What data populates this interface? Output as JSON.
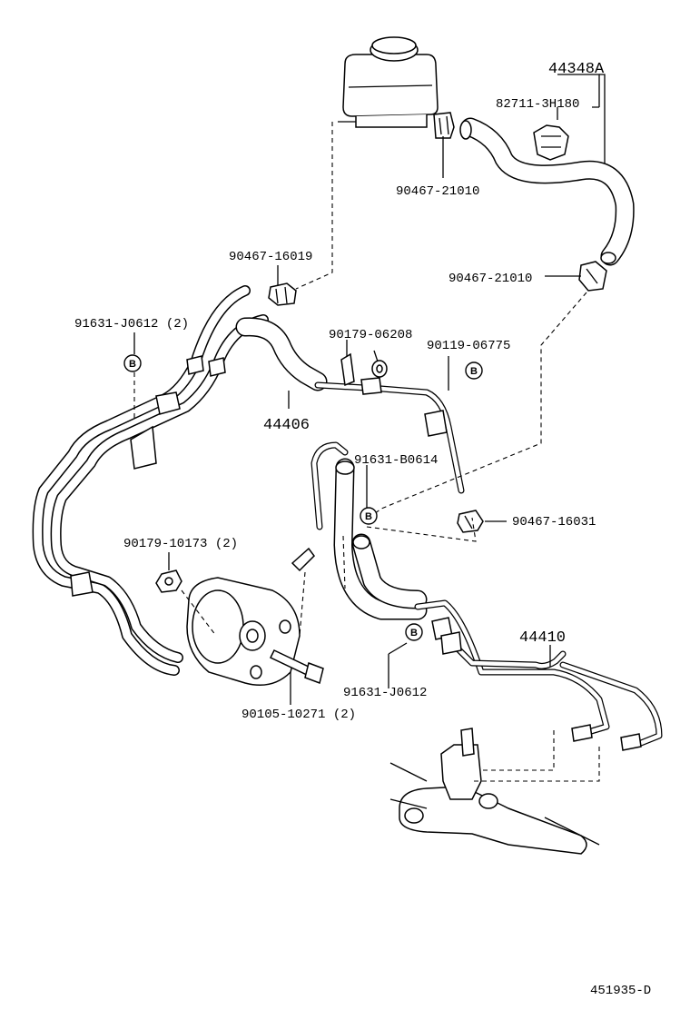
{
  "labels": {
    "l_44348A": "44348A",
    "l_82711": "82711-3H180",
    "l_90467_21010_top": "90467-21010",
    "l_90467_16019": "90467-16019",
    "l_90467_21010_mid": "90467-21010",
    "l_91631_J0612_2": "91631-J0612 (2)",
    "l_90179_06208": "90179-06208",
    "l_90119_06775": "90119-06775",
    "l_44406": "44406",
    "l_91631_B0614": "91631-B0614",
    "l_90467_16031": "90467-16031",
    "l_90179_10173": "90179-10173 (2)",
    "l_44410": "44410",
    "l_91631_J0612": "91631-J0612",
    "l_90105_10271": "90105-10271 (2)",
    "l_diagram_code": "451935-D"
  },
  "badges": {
    "b1": "B",
    "b2": "B",
    "b3": "B",
    "b4": "B"
  }
}
